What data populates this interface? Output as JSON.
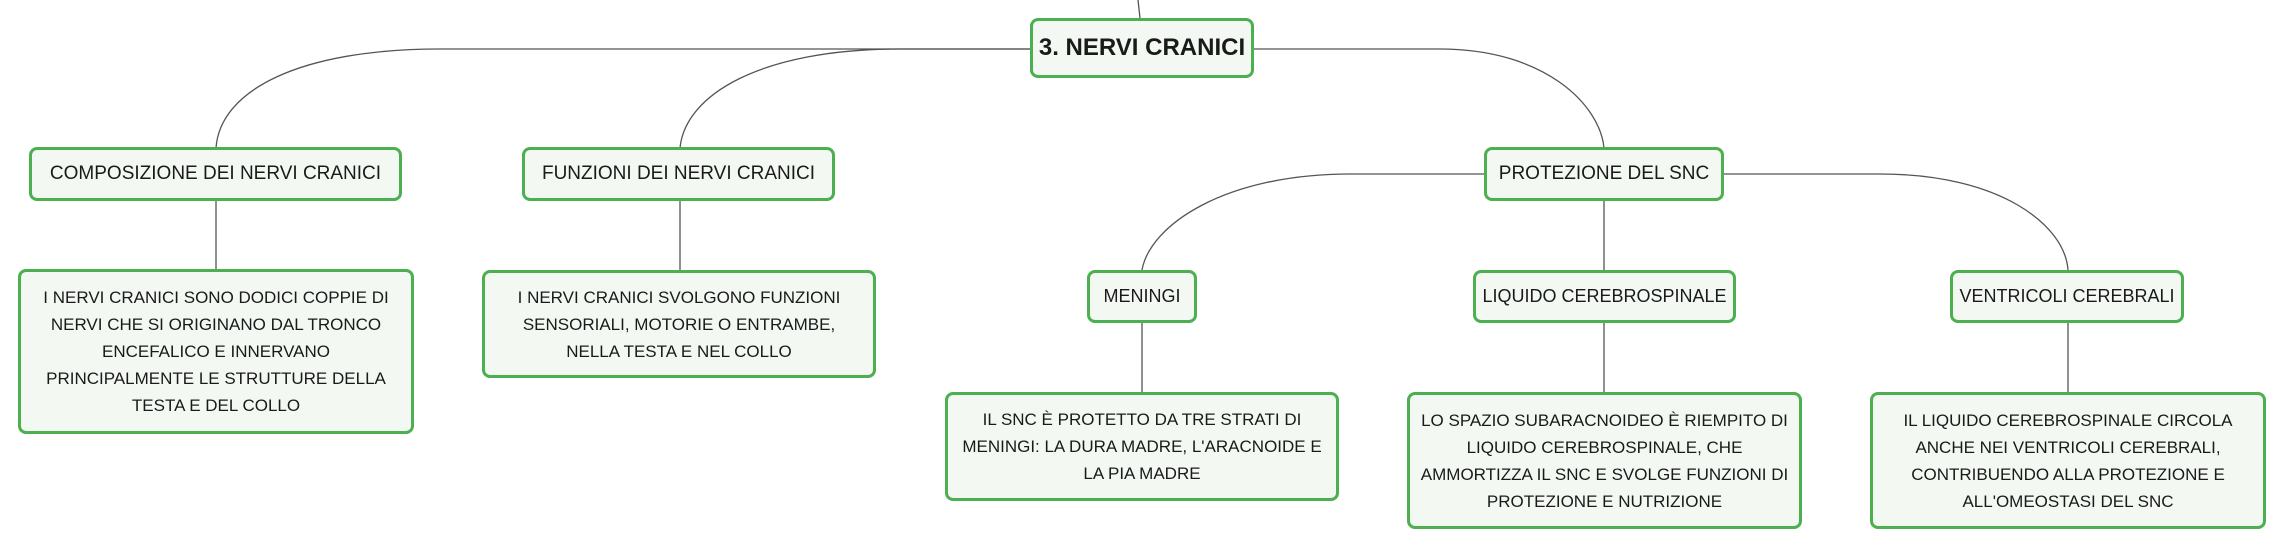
{
  "mindmap": {
    "root": {
      "label": "3. NERVI CRANICI"
    },
    "composizione": {
      "label": "COMPOSIZIONE DEI NERVI CRANICI",
      "detail": "I NERVI CRANICI SONO DODICI COPPIE DI NERVI CHE SI ORIGINANO DAL TRONCO ENCEFALICO E INNERVANO PRINCIPALMENTE LE STRUTTURE DELLA TESTA E DEL COLLO"
    },
    "funzioni": {
      "label": "FUNZIONI DEI NERVI CRANICI",
      "detail": "I NERVI CRANICI SVOLGONO FUNZIONI SENSORIALI, MOTORIE O ENTRAMBE, NELLA TESTA E NEL COLLO"
    },
    "protezione": {
      "label": "PROTEZIONE DEL SNC",
      "meningi": {
        "label": "MENINGI",
        "detail": "IL SNC È PROTETTO DA TRE STRATI DI MENINGI: LA DURA MADRE, L'ARACNOIDE E LA PIA MADRE"
      },
      "liquido": {
        "label": "LIQUIDO CEREBROSPINALE",
        "detail": "LO SPAZIO SUBARACNOIDEO È RIEMPITO DI LIQUIDO CEREBROSPINALE, CHE AMMORTIZZA IL SNC E SVOLGE FUNZIONI DI PROTEZIONE E NUTRIZIONE"
      },
      "ventricoli": {
        "label": "VENTRICOLI CEREBRALI",
        "detail": "IL LIQUIDO CEREBROSPINALE CIRCOLA ANCHE NEI VENTRICOLI CEREBRALI, CONTRIBUENDO ALLA PROTEZIONE E ALL'OMEOSTASI DEL SNC"
      }
    }
  },
  "colors": {
    "border": "#4caf50",
    "fill": "#f3f8f3",
    "line": "#555555"
  }
}
